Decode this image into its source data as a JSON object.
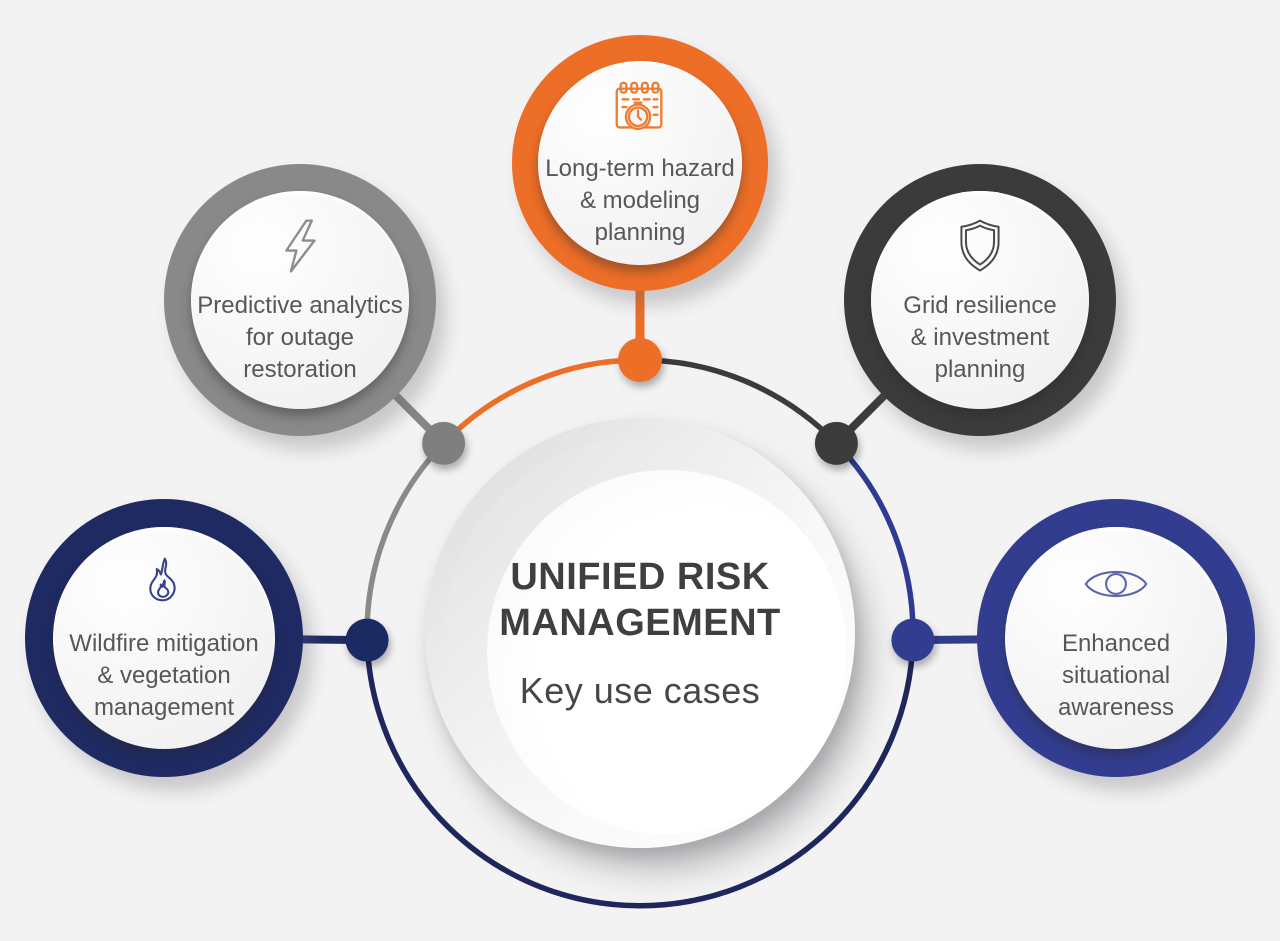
{
  "background_color": "#F4F3F4",
  "center": {
    "title": "UNIFIED RISK\nMANAGEMENT",
    "subtitle": "Key use cases",
    "title_color": "#3F3F3F"
  },
  "satellites": [
    {
      "id": "long-term-hazard",
      "label": "Long-term hazard\n& modeling\nplanning",
      "color": "#ED6E27",
      "icon": "calendar-stopwatch-icon",
      "position": "top"
    },
    {
      "id": "predictive-analytics",
      "label": "Predictive analytics\nfor outage\nrestoration",
      "color": "#898989",
      "icon": "lightning-bolt-icon",
      "position": "upper-left"
    },
    {
      "id": "grid-resilience",
      "label": "Grid resilience\n& investment\nplanning",
      "color": "#3B3B3B",
      "icon": "shield-icon",
      "position": "upper-right"
    },
    {
      "id": "wildfire-mitigation",
      "label": "Wildfire mitigation\n& vegetation\nmanagement",
      "color": "#1F2A63",
      "icon": "flame-icon",
      "position": "lower-left"
    },
    {
      "id": "enhanced-situational-awareness",
      "label": "Enhanced\nsituational\nawareness",
      "color": "#333D8F",
      "icon": "eye-icon",
      "position": "lower-right"
    }
  ],
  "ring": {
    "arc_colors": {
      "top_left": "#ED6E27",
      "top_right": "#3B3B3B",
      "right": "#2F3A94",
      "bottom": "#1F265C",
      "left": "#8A8A8A"
    },
    "icon_colors": {
      "calendar": "#ED7D31",
      "lightning": "#8C8C8C",
      "shield": "#4A4A4A",
      "flame": "#36428D",
      "eye": "#5966AD"
    },
    "label_color": "#575757"
  }
}
